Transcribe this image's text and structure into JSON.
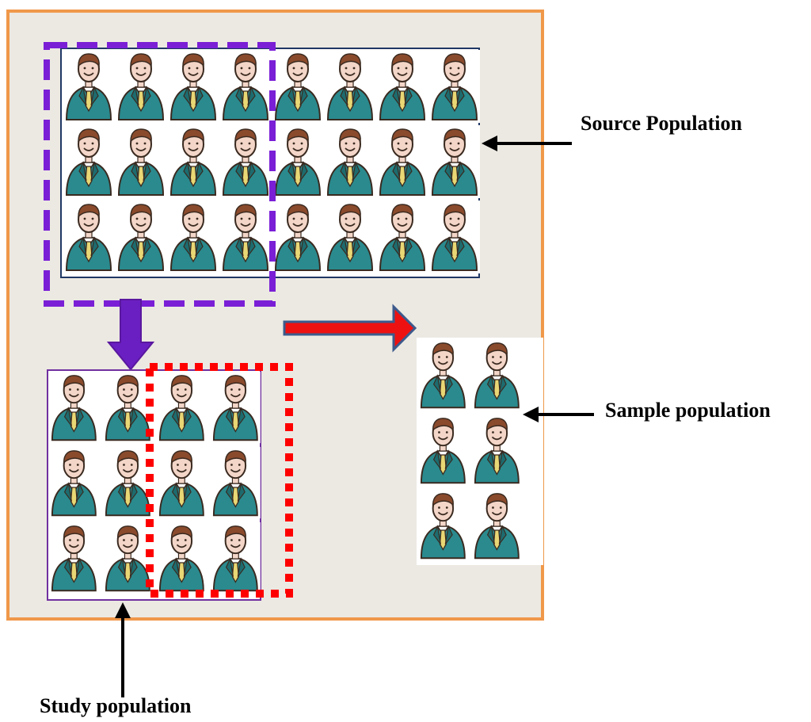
{
  "labels": {
    "source": "Source Population",
    "sample": "Sample population",
    "study": "Study population"
  },
  "grids": {
    "source": {
      "rows": 3,
      "cols": 8
    },
    "study": {
      "rows": 3,
      "cols": 4
    },
    "sample": {
      "rows": 3,
      "cols": 2
    }
  },
  "colors": {
    "frame_border": "#f0984a",
    "frame_fill": "#ece9e2",
    "source_border": "#1f3864",
    "purple_dash": "#7a1fd6",
    "purple_arrow": "#6a1fc2",
    "red_dots": "#ff0000",
    "red_arrow": "#ee1111",
    "red_arrow_outline": "#3c5a8c",
    "study_border": "#7030a0",
    "suit": "#2a8a8e",
    "suit_dark": "#1d6b6e",
    "tie": "#e8d774",
    "face": "#f3d6c8",
    "hair": "#8a4a2c",
    "outline": "#3a2a20"
  },
  "icons": {
    "person": "person-icon"
  }
}
